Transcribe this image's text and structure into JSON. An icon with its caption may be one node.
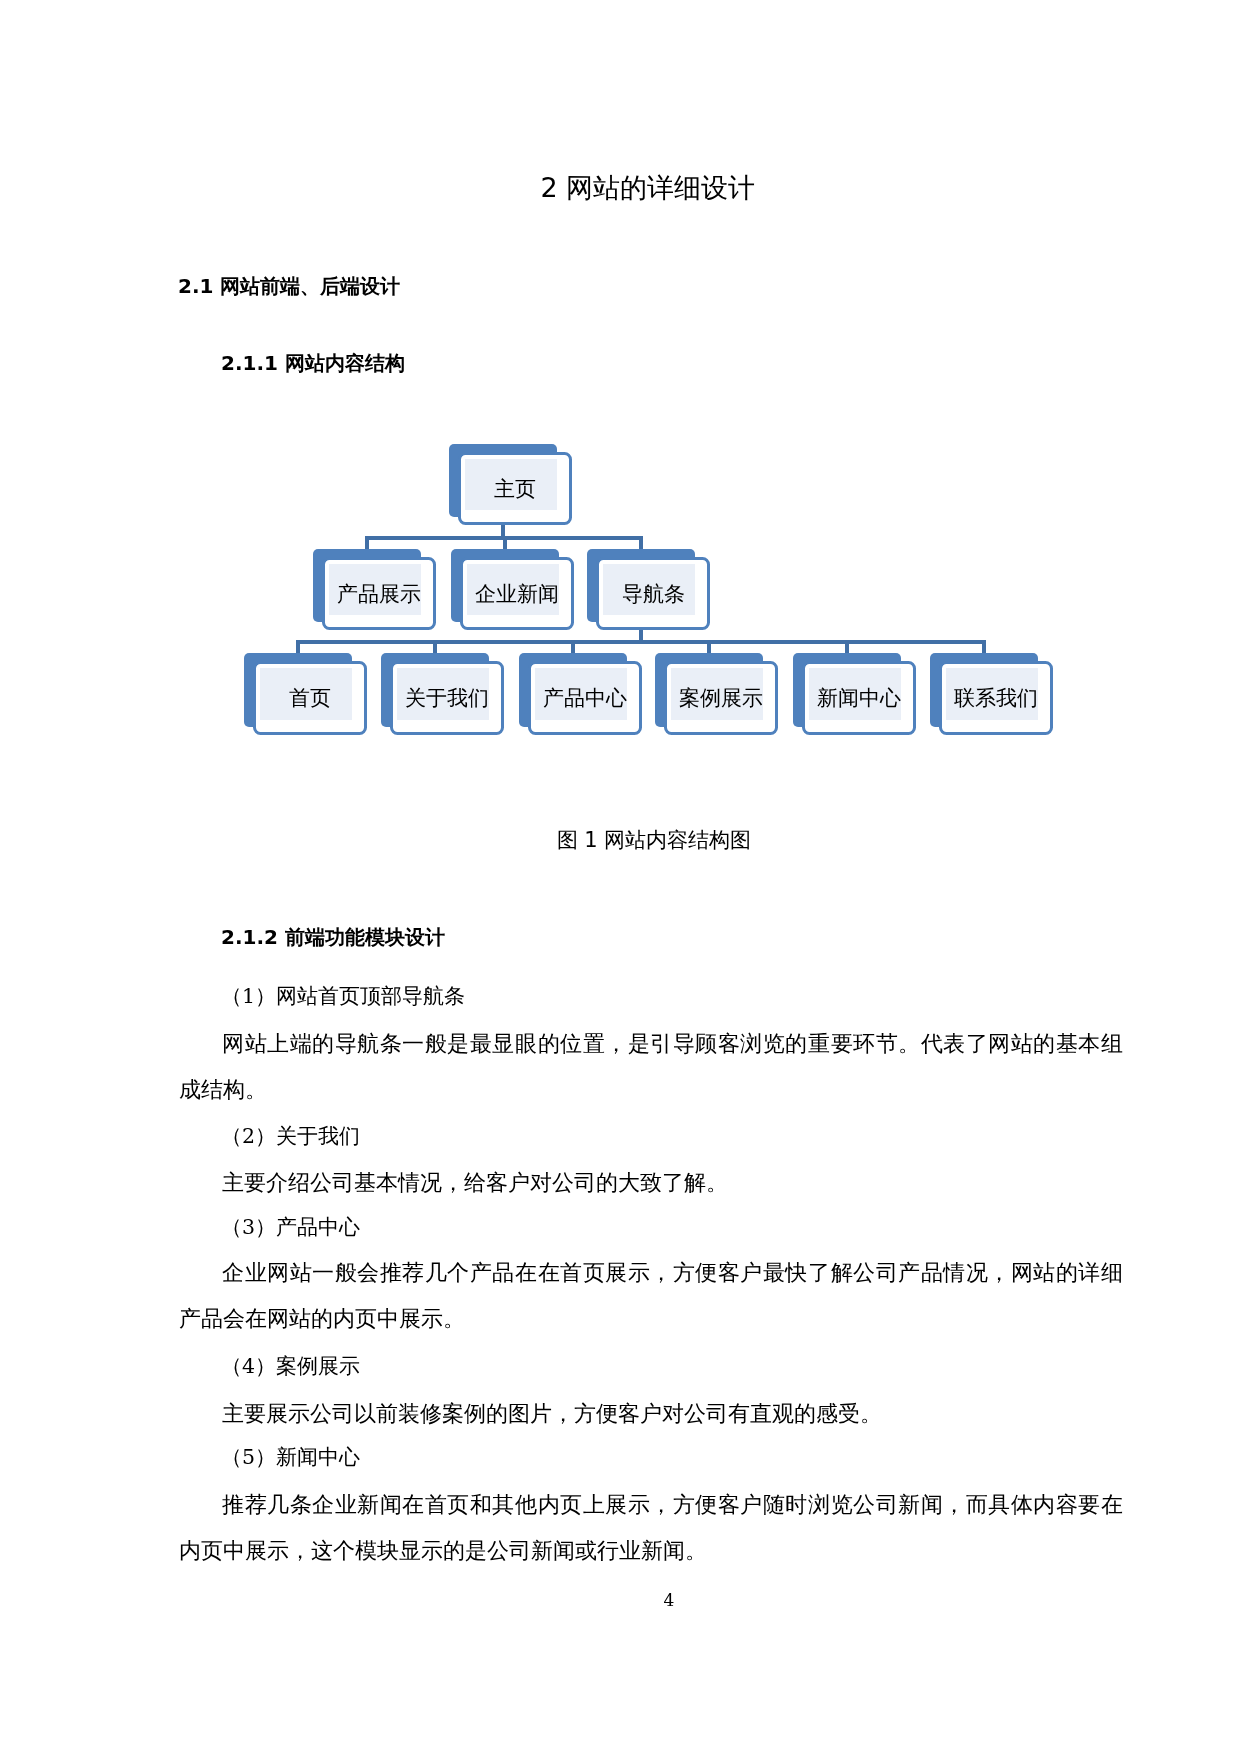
{
  "diagram": {
    "title": "2 网站的详细设计",
    "caption": "图 1  网站内容结构图",
    "nodes": [
      {
        "text": [
          "主页"
        ]
      },
      {
        "text": [
          "产品展示"
        ]
      },
      {
        "text": [
          "企业新闻"
        ]
      },
      {
        "text": [
          "导航条"
        ]
      },
      {
        "text": [
          "首页"
        ]
      },
      {
        "text": [
          "关于我们"
        ]
      },
      {
        "text": [
          "产品中心"
        ]
      },
      {
        "text": [
          "案例展示"
        ]
      },
      {
        "text": [
          "新闻中心"
        ]
      },
      {
        "text": [
          "联系我们"
        ]
      }
    ],
    "edges": [
      {
        "from": 0,
        "to": 1,
        "arrow": "none"
      },
      {
        "from": 0,
        "to": 2,
        "arrow": "none"
      },
      {
        "from": 0,
        "to": 3,
        "arrow": "none"
      },
      {
        "from": 3,
        "to": 4,
        "arrow": "none"
      },
      {
        "from": 3,
        "to": 5,
        "arrow": "none"
      },
      {
        "from": 3,
        "to": 6,
        "arrow": "none"
      },
      {
        "from": 3,
        "to": 7,
        "arrow": "none"
      },
      {
        "from": 3,
        "to": 8,
        "arrow": "none"
      },
      {
        "from": 3,
        "to": 9,
        "arrow": "none"
      }
    ],
    "labels": [
      "2.1  网站前端、后端设计",
      "2.1.1  网站内容结构",
      "2.1.2  前端功能模块设计",
      "（1）网站首页顶部导航条",
      "网站上端的导航条一般是最显眼的位置，是引导顾客浏览的重要环节。代表了网站的基本组成结构。",
      "（2）关于我们",
      "主要介绍公司基本情况，给客户对公司的大致了解。",
      "（3）产品中心",
      "企业网站一般会推荐几个产品在在首页展示，方便客户最快了解公司产品情况，网站的详细产品会在网站的内页中展示。",
      "（4）案例展示",
      "主要展示公司以前装修案例的图片，方便客户对公司有直观的感受。",
      "（5）新闻中心",
      "推荐几条企业新闻在首页和其他内页上展示，方便客户随时浏览公司新闻，而具体内容要在内页中展示，这个模块显示的是公司新闻或行业新闻。",
      "4"
    ]
  }
}
